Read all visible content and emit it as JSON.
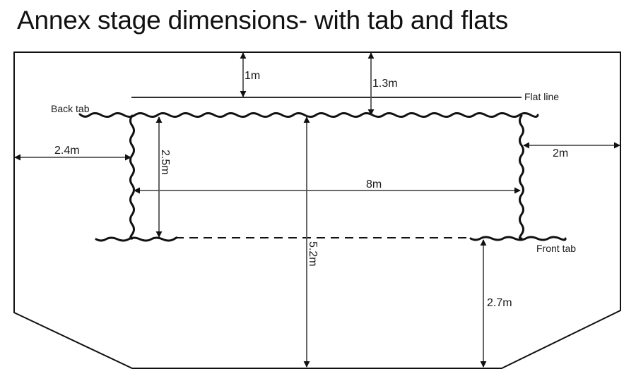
{
  "title": "Annex stage dimensions- with tab and flats",
  "colors": {
    "stroke": "#111111",
    "dimension": "#555555",
    "background": "#ffffff"
  },
  "labels": {
    "flat_line": "Flat line",
    "back_tab": "Back tab",
    "front_tab": "Front tab"
  },
  "dimensions": {
    "wall_to_flat_line": "1m",
    "wall_to_back_tab": "1.3m",
    "left_wall_to_stage": "2.4m",
    "right_wall_to_stage": "2m",
    "stage_depth": "2.5m",
    "stage_width": "8m",
    "back_tab_to_front_wall": "5.2m",
    "front_tab_to_front_wall": "2.7m"
  }
}
